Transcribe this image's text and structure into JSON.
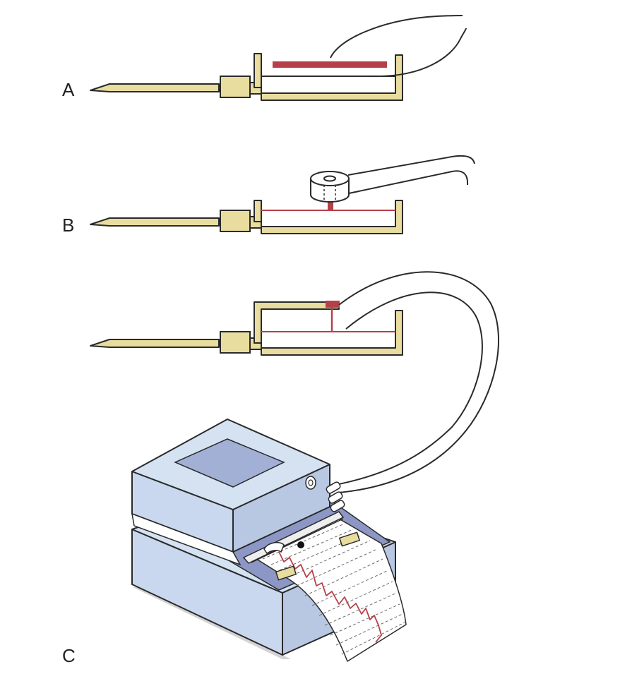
{
  "panels": [
    {
      "label": "A"
    },
    {
      "label": "B"
    },
    {
      "label": "C"
    }
  ],
  "colors": {
    "needle_fill": "#e8dc9e",
    "needle_stroke": "#2a2a2a",
    "membrane": "#b5404a",
    "machine_top": "#d4e2f2",
    "machine_front": "#c9d8ee",
    "machine_side": "#b8c8e2",
    "screen": "#a3b0d6",
    "slot": "#8c97c6",
    "paper": "#ffffff",
    "trace": "#b5404a",
    "clip": "#e8dc9e",
    "shadow": "#d3d3d3"
  }
}
